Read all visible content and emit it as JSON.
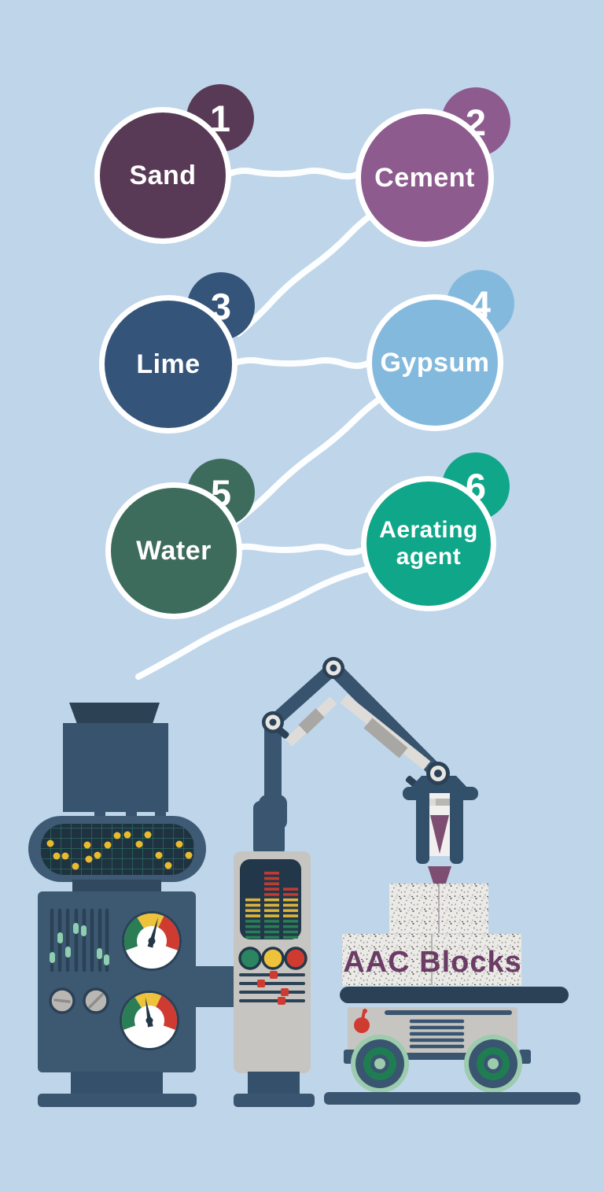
{
  "palette": {
    "background": "#bed5ea",
    "chalk_line": "#ffffff",
    "machine_navy": "#3d5972",
    "machine_navy_dark": "#2b4156",
    "machine_gray": "#c7c5c1",
    "status_green": "#2a7d55",
    "status_yellow": "#eec23a",
    "status_red": "#cf3b31",
    "wheel_green_light": "#9ccbad",
    "drip_purple": "#7d4e71",
    "blocks_text_purple": "#6b3c66"
  },
  "ingredients": [
    {
      "number": "1",
      "label": "Sand",
      "color": "#583a56"
    },
    {
      "number": "2",
      "label": "Cement",
      "color": "#8d5b8e"
    },
    {
      "number": "3",
      "label": "Lime",
      "color": "#35547a"
    },
    {
      "number": "4",
      "label": "Gypsum",
      "color": "#84b9de"
    },
    {
      "number": "5",
      "label": "Water",
      "color": "#3d6c5d"
    },
    {
      "number": "6",
      "label": "Aerating agent",
      "color": "#10a689"
    }
  ],
  "machine": {
    "blocks_label": "AAC Blocks",
    "equalizer_columns": [
      8,
      13,
      10
    ],
    "gauge_count": 2,
    "buttons": [
      "green",
      "yellow",
      "red"
    ]
  }
}
